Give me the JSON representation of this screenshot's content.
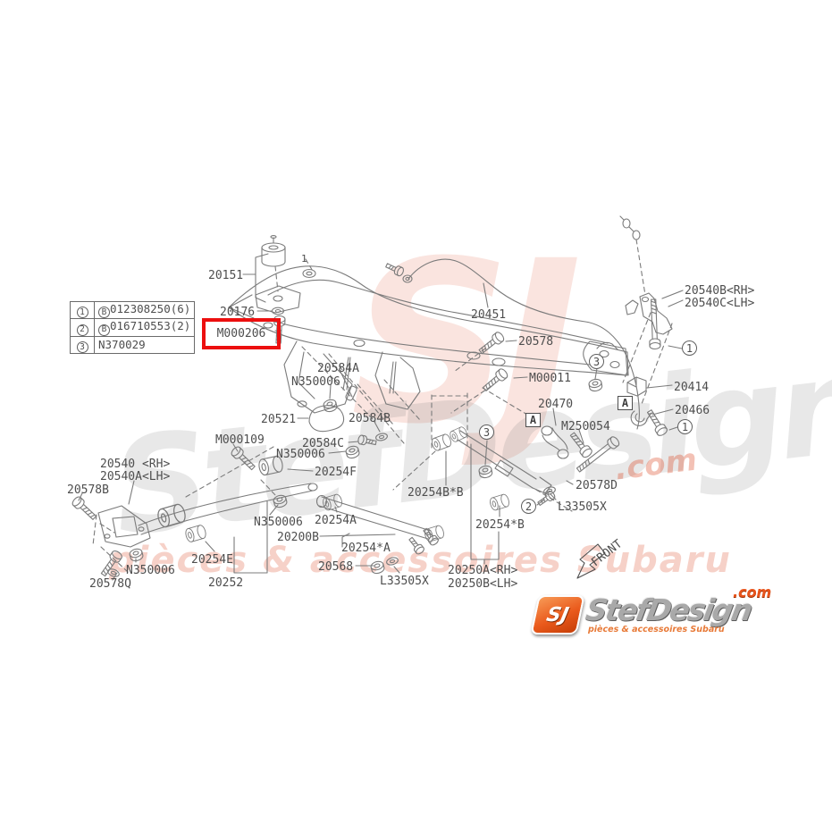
{
  "legend": {
    "rows": [
      {
        "num": "1",
        "prefix": "B",
        "code": "012308250(6)"
      },
      {
        "num": "2",
        "prefix": "B",
        "code": "016710553(2)"
      },
      {
        "num": "3",
        "prefix": "",
        "code": "N370029"
      }
    ]
  },
  "highlight": {
    "text": "M000206",
    "box_color": "#ec0f0f"
  },
  "labels": [
    "20151",
    "20176",
    "20451",
    "20578",
    "20540B<RH>",
    "20540C<LH>",
    "M00011",
    "20414",
    "20466",
    "20470",
    "M250054",
    "20584A",
    "N350006",
    "20521",
    "20584B",
    "20584C",
    "N350006",
    "M000109",
    "20254F",
    "20540 <RH>",
    "20540A<LH>",
    "20578B",
    "N350006",
    "20254A",
    "20200B",
    "20254*A",
    "20568",
    "L33505X",
    "N350006",
    "20578Q",
    "20254E",
    "20252",
    "20254B*B",
    "20254*B",
    "20250A<RH>",
    "20250B<LH>",
    "20578D",
    "L33505X",
    "1"
  ],
  "callouts": {
    "one": "1",
    "two": "2",
    "three": "3",
    "a": "A"
  },
  "front": {
    "label": "FRONT"
  },
  "watermark": {
    "monogram": "SJ",
    "brand": "StefDesign",
    "tld": ".com",
    "tagline": "pièces & accessoires Subaru"
  },
  "logo": {
    "monogram": "SJ",
    "brand": "StefDesign",
    "tld": ".com",
    "tagline": "pièces & accessoires Subaru",
    "accent_color": "#e8541c"
  }
}
